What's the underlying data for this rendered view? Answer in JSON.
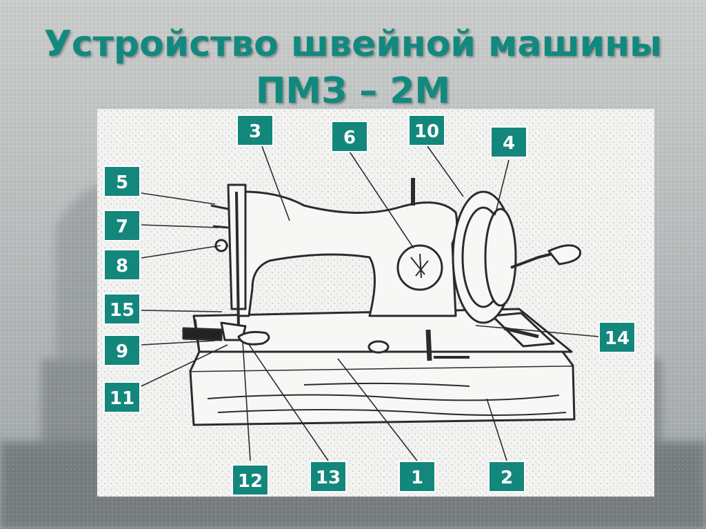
{
  "title": {
    "line1": "Устройство швейной машины",
    "line2": "ПМЗ – 2М"
  },
  "callouts": [
    "1",
    "2",
    "3",
    "4",
    "5",
    "6",
    "7",
    "8",
    "9",
    "10",
    "11",
    "12",
    "13",
    "14",
    "15"
  ],
  "colors": {
    "accent": "#13877c",
    "title": "#12897f",
    "line": "#2b2b2b",
    "panel": "#f3f3f1"
  }
}
